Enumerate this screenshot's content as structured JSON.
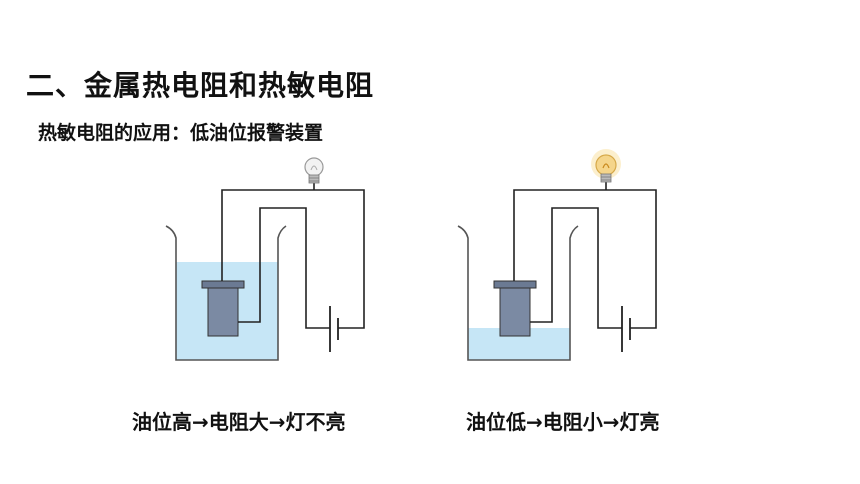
{
  "title": "二、金属热电阻和热敏电阻",
  "subtitle": "热敏电阻的应用：低油位报警装置",
  "diagrams": [
    {
      "caption": "油位高→电阻大→灯不亮",
      "oil_level": "high",
      "lamp_on": false
    },
    {
      "caption": "油位低→电阻小→灯亮",
      "oil_level": "low",
      "lamp_on": true
    }
  ],
  "colors": {
    "oil": "#c6e6f6",
    "thermistor": "#7b8aa3",
    "wire": "#222222",
    "lamp_glow": "#f5d58a"
  }
}
